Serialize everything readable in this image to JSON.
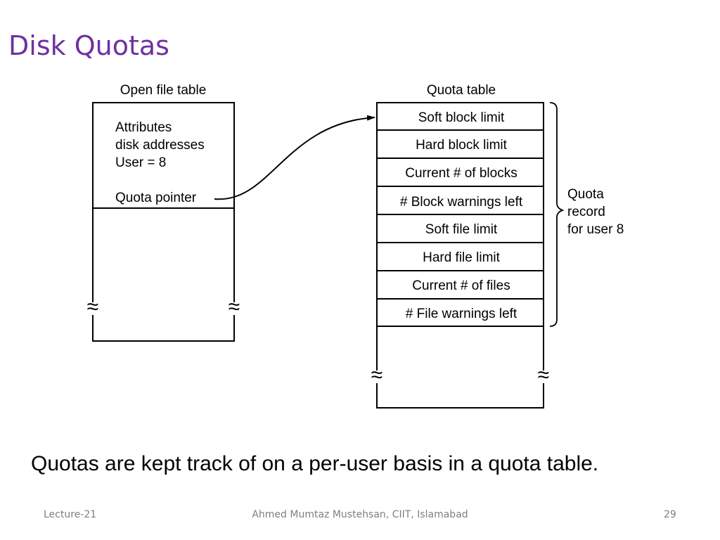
{
  "slide": {
    "title": "Disk Quotas",
    "caption": "Quotas are kept track of on a per-user basis in a quota table."
  },
  "diagram": {
    "open_file_table": {
      "heading": "Open file table",
      "entries": [
        "Attributes",
        "disk addresses",
        "User = 8"
      ],
      "pointer_label": "Quota pointer",
      "break_symbol": "≈"
    },
    "quota_table": {
      "heading": "Quota table",
      "rows": [
        "Soft block limit",
        "Hard block limit",
        "Current # of blocks",
        "# Block warnings left",
        "Soft file limit",
        "Hard file limit",
        "Current # of files",
        "# File warnings left"
      ],
      "break_symbol": "≈"
    },
    "brace_label": [
      "Quota",
      "record",
      "for user 8"
    ]
  },
  "footer": {
    "left": "Lecture-21",
    "center": "Ahmed Mumtaz Mustehsan, CIIT, Islamabad",
    "right": "29"
  },
  "colors": {
    "title": "#7030a0",
    "footer_text": "#7f7f7f",
    "lines": "#000000"
  }
}
